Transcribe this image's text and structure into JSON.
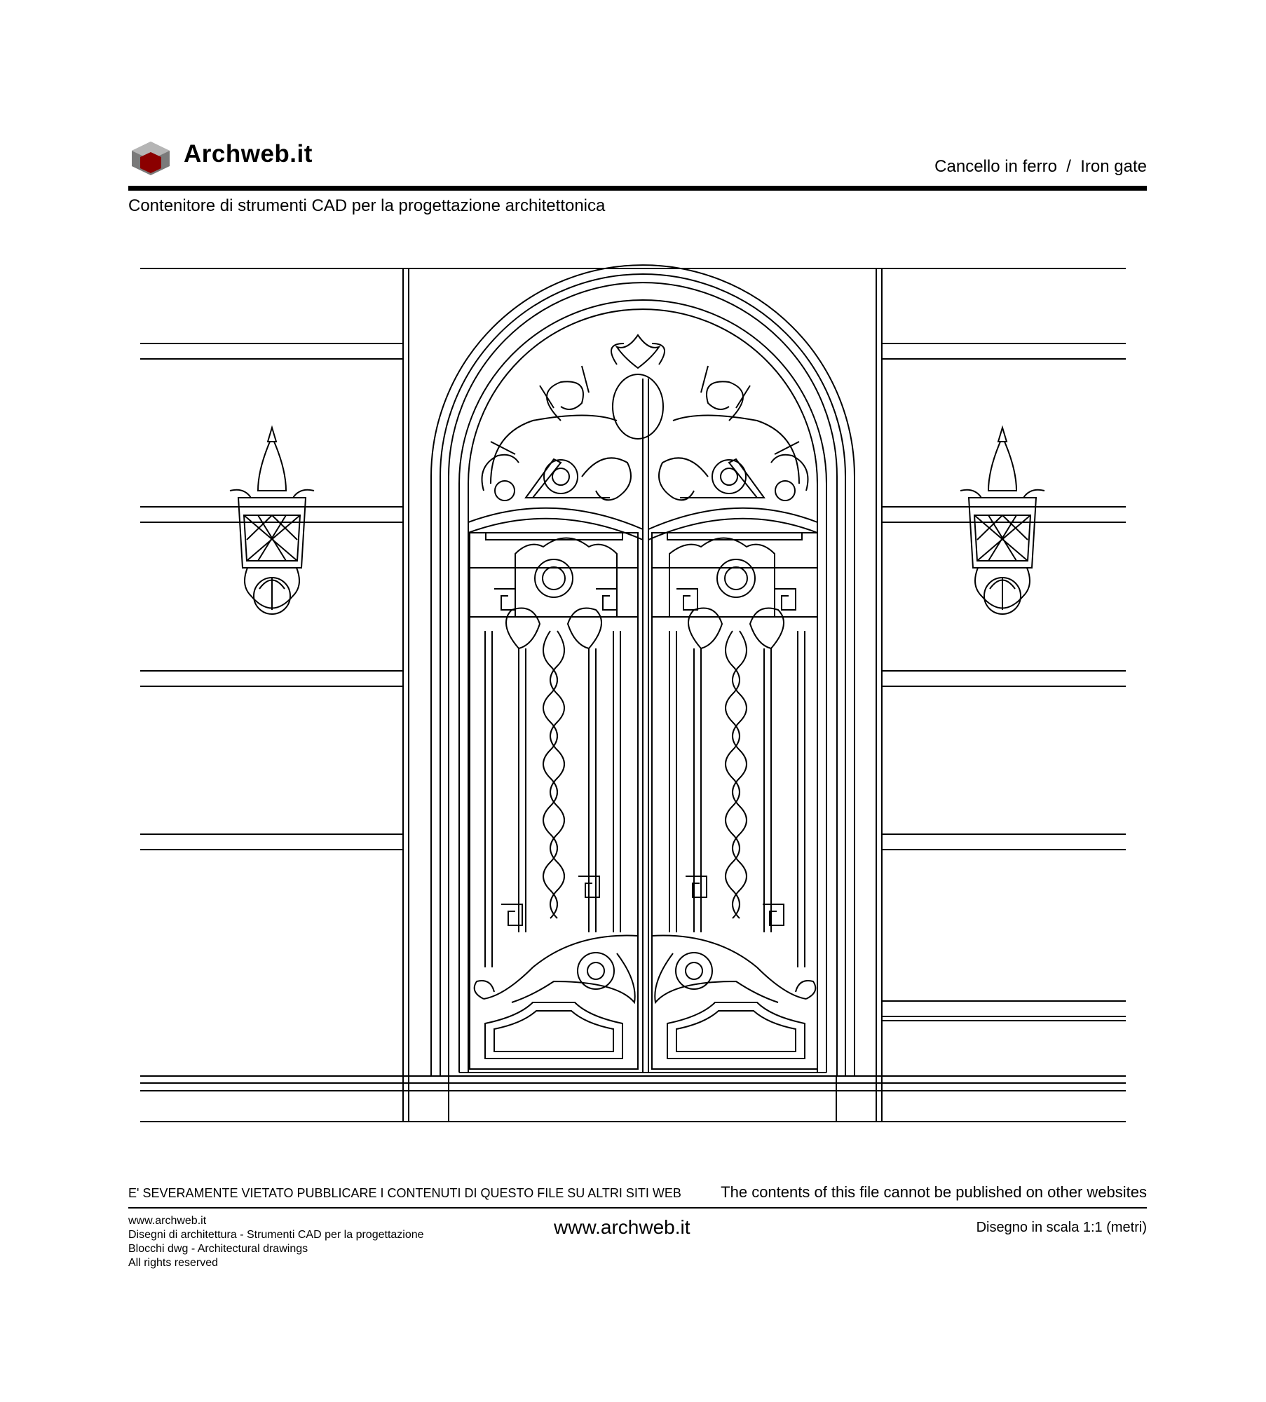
{
  "header": {
    "logo_text": "Archweb.it",
    "title": "Cancello in ferro  /  Iron gate",
    "subtitle": "Contenitore di strumenti CAD per la progettazione architettonica"
  },
  "footer": {
    "warning_it": "E' SEVERAMENTE VIETATO PUBBLICARE I CONTENUTI DI QUESTO FILE SU ALTRI SITI WEB",
    "warning_en": "The contents of this file cannot be published on other websites",
    "credits": [
      "www.archweb.it",
      "Disegni di architettura - Strumenti CAD  per la progettazione",
      "Blocchi dwg - Architectural drawings",
      "All rights reserved"
    ],
    "url": "www.archweb.it",
    "scale": "Disegno in scala 1:1 (metri)"
  },
  "colors": {
    "logo_red": "#8b0000",
    "logo_grey": "#7a7a7a",
    "line": "#000000"
  },
  "icons": [
    "archweb-logo-icon",
    "wall-lantern-icon"
  ]
}
